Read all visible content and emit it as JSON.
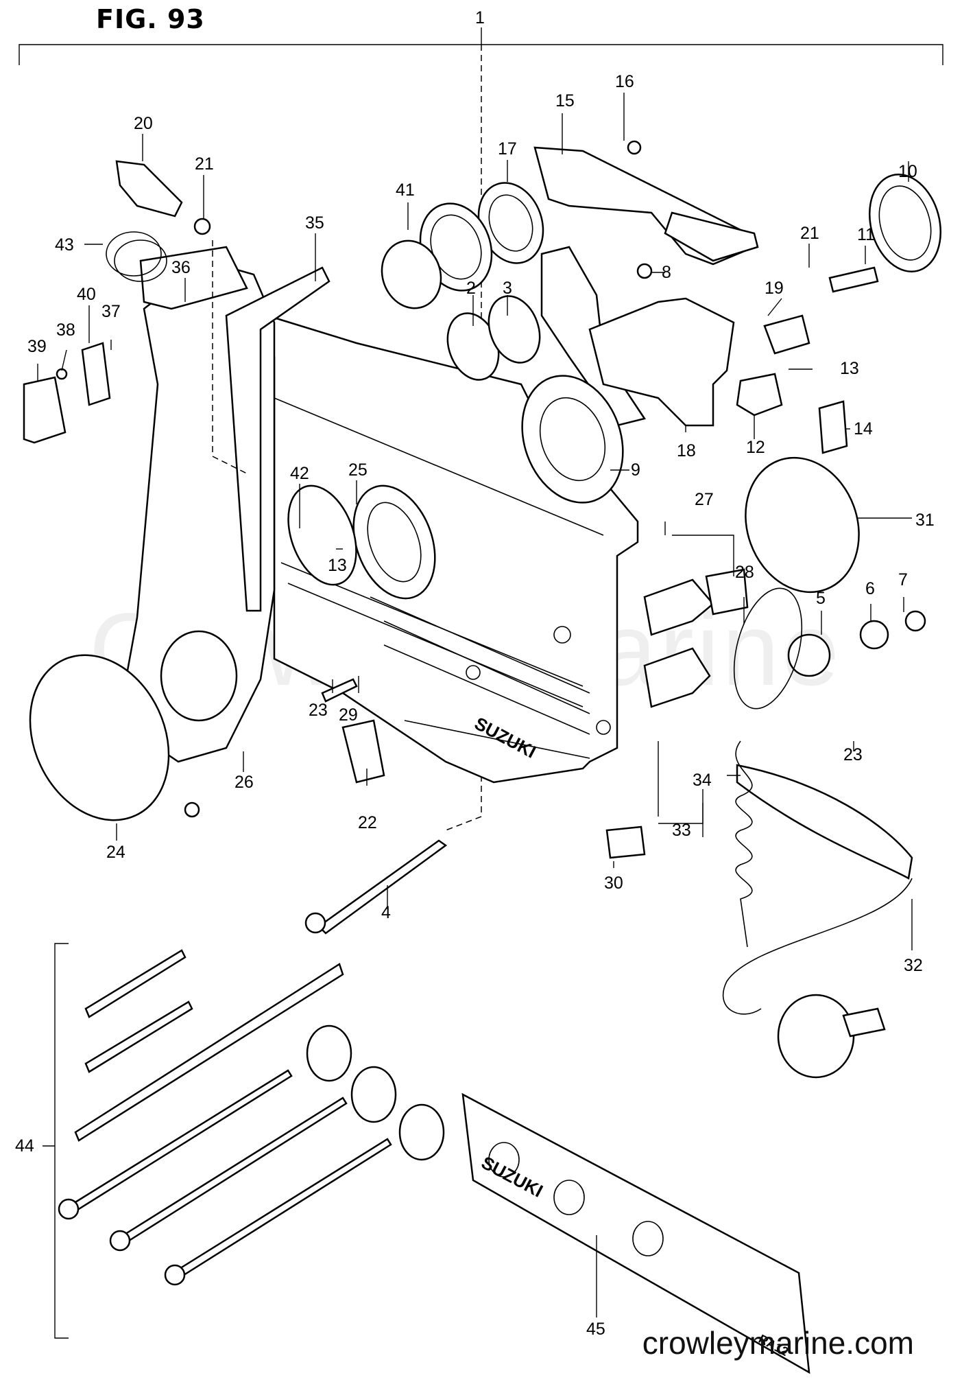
{
  "figure": {
    "title": "FIG. 93",
    "watermark": "Crowley Marine",
    "website": "crowleymarine.com",
    "brand_label": "SUZUKI",
    "plate_code": "RA12"
  },
  "callouts": [
    {
      "id": "1",
      "label": "1"
    },
    {
      "id": "2",
      "label": "2"
    },
    {
      "id": "3",
      "label": "3"
    },
    {
      "id": "4",
      "label": "4"
    },
    {
      "id": "5",
      "label": "5"
    },
    {
      "id": "6",
      "label": "6"
    },
    {
      "id": "7",
      "label": "7"
    },
    {
      "id": "8",
      "label": "8"
    },
    {
      "id": "9",
      "label": "9"
    },
    {
      "id": "10",
      "label": "10"
    },
    {
      "id": "11",
      "label": "11"
    },
    {
      "id": "12",
      "label": "12"
    },
    {
      "id": "13a",
      "label": "13"
    },
    {
      "id": "13b",
      "label": "13"
    },
    {
      "id": "14",
      "label": "14"
    },
    {
      "id": "15",
      "label": "15"
    },
    {
      "id": "16",
      "label": "16"
    },
    {
      "id": "17",
      "label": "17"
    },
    {
      "id": "18",
      "label": "18"
    },
    {
      "id": "19",
      "label": "19"
    },
    {
      "id": "20",
      "label": "20"
    },
    {
      "id": "21a",
      "label": "21"
    },
    {
      "id": "21b",
      "label": "21"
    },
    {
      "id": "22",
      "label": "22"
    },
    {
      "id": "23a",
      "label": "23"
    },
    {
      "id": "23b",
      "label": "23"
    },
    {
      "id": "24",
      "label": "24"
    },
    {
      "id": "25",
      "label": "25"
    },
    {
      "id": "26",
      "label": "26"
    },
    {
      "id": "27",
      "label": "27"
    },
    {
      "id": "28",
      "label": "28"
    },
    {
      "id": "29",
      "label": "29"
    },
    {
      "id": "30",
      "label": "30"
    },
    {
      "id": "31",
      "label": "31"
    },
    {
      "id": "32",
      "label": "32"
    },
    {
      "id": "33",
      "label": "33"
    },
    {
      "id": "34",
      "label": "34"
    },
    {
      "id": "35",
      "label": "35"
    },
    {
      "id": "36",
      "label": "36"
    },
    {
      "id": "37",
      "label": "37"
    },
    {
      "id": "38",
      "label": "38"
    },
    {
      "id": "39",
      "label": "39"
    },
    {
      "id": "40",
      "label": "40"
    },
    {
      "id": "41",
      "label": "41"
    },
    {
      "id": "42",
      "label": "42"
    },
    {
      "id": "43",
      "label": "43"
    },
    {
      "id": "44",
      "label": "44"
    },
    {
      "id": "45",
      "label": "45"
    }
  ]
}
